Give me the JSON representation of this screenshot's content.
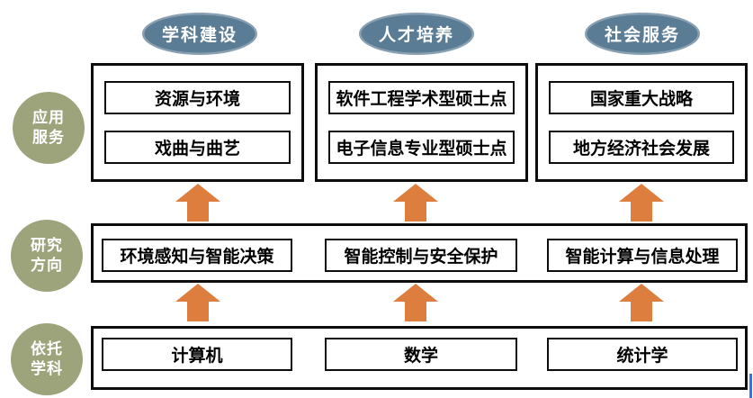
{
  "diagram": {
    "top_badges": [
      {
        "label": "学科建设"
      },
      {
        "label": "人才培养"
      },
      {
        "label": "社会服务"
      }
    ],
    "side_labels": [
      {
        "line1": "应用",
        "line2": "服务"
      },
      {
        "line1": "研究",
        "line2": "方向"
      },
      {
        "line1": "依托",
        "line2": "学科"
      }
    ],
    "application_row": {
      "columns": [
        {
          "items": [
            "资源与环境",
            "戏曲与曲艺"
          ]
        },
        {
          "items": [
            "软件工程学术型硕士点",
            "电子信息专业型硕士点"
          ]
        },
        {
          "items": [
            "国家重大战略",
            "地方经济社会发展"
          ]
        }
      ]
    },
    "research_row": {
      "items": [
        "环境感知与智能决策",
        "智能控制与安全保护",
        "智能计算与信息处理"
      ]
    },
    "discipline_row": {
      "items": [
        "计算机",
        "数学",
        "统计学"
      ]
    }
  },
  "colors": {
    "badge_fill": "#5b7c95",
    "circle_fill": "#9da47c",
    "arrow_fill": "#de7e3e",
    "border": "#0d0d0d",
    "cursor": "#2e74f0"
  }
}
